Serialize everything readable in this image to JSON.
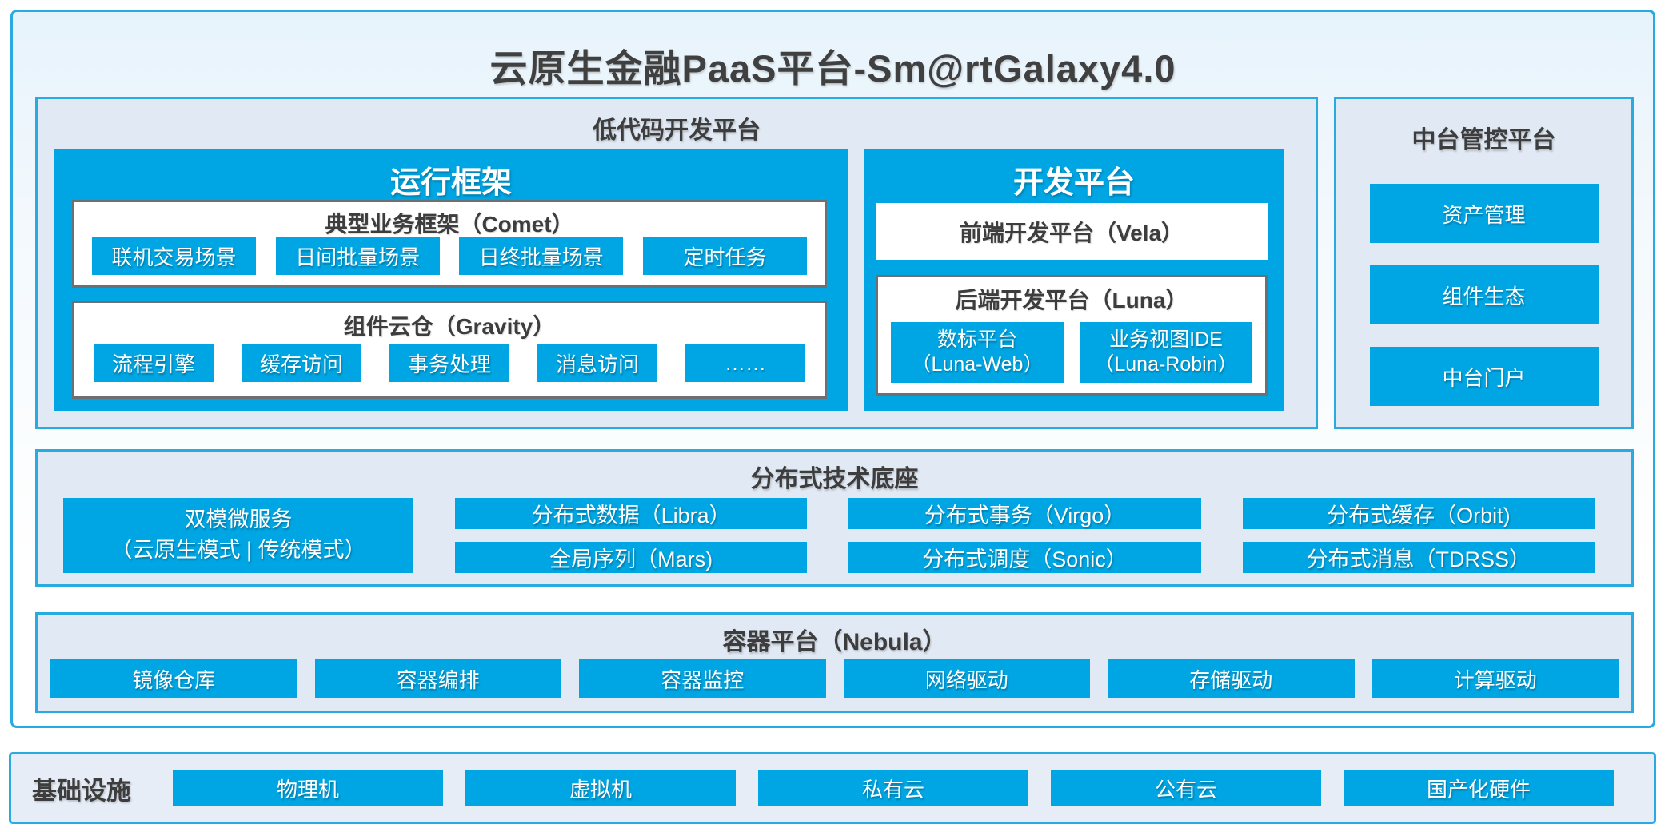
{
  "page": {
    "title": "云原生金融PaaS平台-Sm@rtGalaxy4.0"
  },
  "colors": {
    "accent_cyan": "#00a6e4",
    "panel_border_cyan": "#29abe2",
    "panel_bg": "#e1e9f4",
    "box_border_gray": "#6e6f72",
    "dark_text": "#3d3d3d",
    "light_text": "#ffffff"
  },
  "low_code": {
    "title": "低代码开发平台",
    "runtime": {
      "title": "运行框架",
      "comet": {
        "title": "典型业务框架（Comet）",
        "items": [
          "联机交易场景",
          "日间批量场景",
          "日终批量场景",
          "定时任务"
        ]
      },
      "gravity": {
        "title": "组件云仓（Gravity）",
        "items": [
          "流程引擎",
          "缓存访问",
          "事务处理",
          "消息访问",
          "……"
        ]
      }
    },
    "dev": {
      "title": "开发平台",
      "frontend_title": "前端开发平台（Vela）",
      "backend": {
        "title": "后端开发平台（Luna）",
        "items": [
          {
            "line1": "数标平台",
            "line2": "（Luna-Web）"
          },
          {
            "line1": "业务视图IDE",
            "line2": "（Luna-Robin）"
          }
        ]
      }
    }
  },
  "mid_platform": {
    "title": "中台管控平台",
    "items": [
      "资产管理",
      "组件生态",
      "中台门户"
    ]
  },
  "distributed": {
    "title": "分布式技术底座",
    "dual_mode": {
      "line1": "双模微服务",
      "line2": "（云原生模式 | 传统模式）"
    },
    "items": [
      "分布式数据（Libra）",
      "分布式事务（Virgo）",
      "分布式缓存（Orbit)",
      "全局序列（Mars)",
      "分布式调度（Sonic）",
      "分布式消息（TDRSS）"
    ]
  },
  "container_platform": {
    "title": "容器平台（Nebula）",
    "items": [
      "镜像仓库",
      "容器编排",
      "容器监控",
      "网络驱动",
      "存储驱动",
      "计算驱动"
    ]
  },
  "infrastructure": {
    "title": "基础设施",
    "items": [
      "物理机",
      "虚拟机",
      "私有云",
      "公有云",
      "国产化硬件"
    ]
  }
}
